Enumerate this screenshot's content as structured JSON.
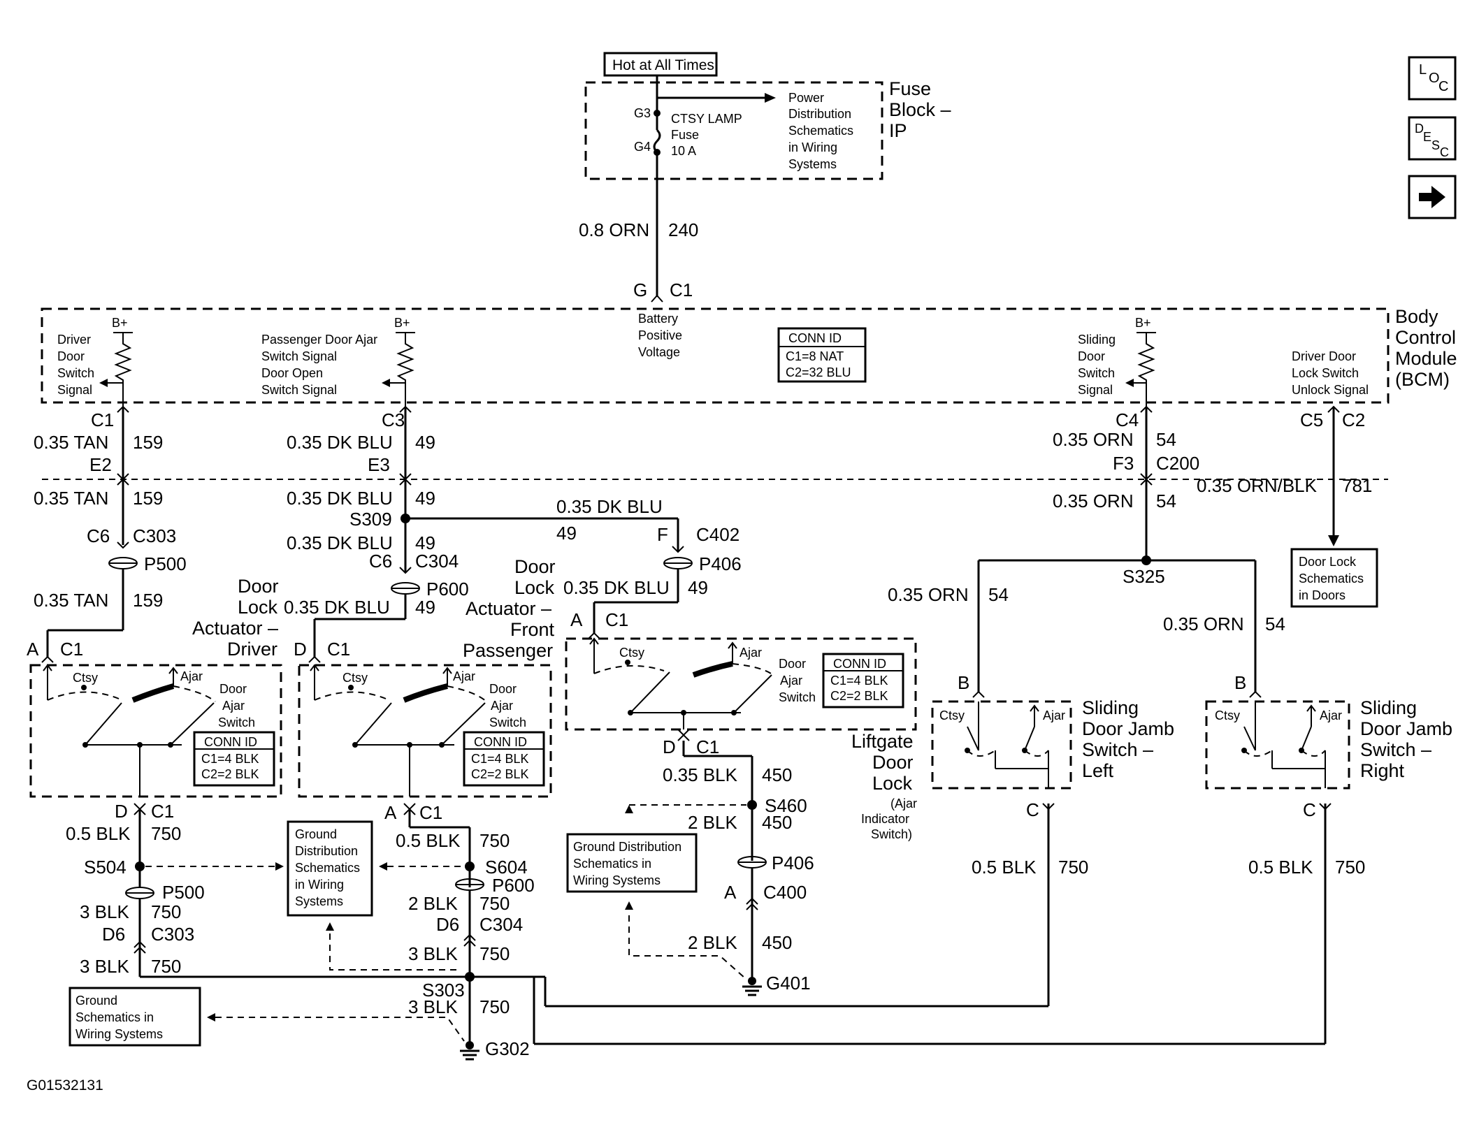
{
  "figure_id": "G01532131",
  "nav": {
    "loc_label": "LOC",
    "desc_label": "DESC",
    "next_label": "→"
  },
  "fuse_block": {
    "hot_label": "Hot at All Times",
    "title": "Fuse Block – IP",
    "g3": "G3",
    "g4": "G4",
    "fuse_name": "CTSY LAMP",
    "fuse_word": "Fuse",
    "fuse_rating": "10 A",
    "power_dist": [
      "Power",
      "Distribution",
      "Schematics",
      "in Wiring",
      "Systems"
    ]
  },
  "feed": {
    "gauge": "0.8 ORN",
    "circuit": "240",
    "pin": "G",
    "conn": "C1"
  },
  "bcm": {
    "title": [
      "Body",
      "Control",
      "Module",
      "(BCM)"
    ],
    "battery": [
      "Battery",
      "Positive",
      "Voltage"
    ],
    "conn_id_title": "CONN ID",
    "conn_id_lines": [
      "C1=8 NAT",
      "C2=32 BLU"
    ],
    "bplus": "B+",
    "driver_signal": [
      "Driver",
      "Door",
      "Switch",
      "Signal"
    ],
    "pass_signal": [
      "Passenger Door Ajar",
      "Switch Signal",
      "Door Open",
      "Switch Signal"
    ],
    "sliding_signal": [
      "Sliding",
      "Door",
      "Switch",
      "Signal"
    ],
    "lock_unlock": [
      "Driver Door",
      "Lock Switch",
      "Unlock Signal"
    ]
  },
  "wires": {
    "c1": "C1",
    "tan": "0.35 TAN",
    "n159": "159",
    "e2": "E2",
    "c3": "C3",
    "dkblu": "0.35 DK BLU",
    "n49": "49",
    "e3": "E3",
    "c4": "C4",
    "orn": "0.35 ORN",
    "n54": "54",
    "f3": "F3",
    "c200": "C200",
    "c5": "C5",
    "c2": "C2",
    "ornblk": "0.35 ORN/BLK",
    "n781": "781",
    "c6": "C6",
    "c303": "C303",
    "p500": "P500",
    "s309": "S309",
    "c304": "C304",
    "p600": "P600",
    "f": "F",
    "c402": "C402",
    "p406": "P406",
    "s325": "S325",
    "door_lock_schem": [
      "Door Lock",
      "Schematics",
      "in Doors"
    ]
  },
  "actuators": {
    "driver_title": [
      "Door",
      "Lock",
      "Actuator –",
      "Driver"
    ],
    "pass_title": [
      "Door",
      "Lock",
      "Actuator –",
      "Front",
      "Passenger"
    ],
    "liftgate_title": [
      "Liftgate",
      "Door",
      "Lock"
    ],
    "liftgate_sub": [
      "(Ajar",
      "Indicator",
      "Switch)"
    ],
    "ctsy": "Ctsy",
    "ajar": "Ajar",
    "door_ajar_switch": [
      "Door",
      "Ajar",
      "Switch"
    ],
    "conn_title": "CONN ID",
    "conn_lines": [
      "C1=4 BLK",
      "C2=2 BLK"
    ],
    "pin_a": "A",
    "pin_d": "D",
    "pin_c1": "C1"
  },
  "jamb": {
    "left_title": [
      "Sliding",
      "Door Jamb",
      "Switch –",
      "Left"
    ],
    "right_title": [
      "Sliding",
      "Door Jamb",
      "Switch –",
      "Right"
    ],
    "pin_b": "B",
    "pin_c": "C"
  },
  "ground": {
    "blk05": "0.5 BLK",
    "n750": "750",
    "blk3": "3 BLK",
    "blk2": "2 BLK",
    "blk035": "0.35 BLK",
    "n450": "450",
    "s504": "S504",
    "s604": "S604",
    "s303": "S303",
    "s460": "S460",
    "d6": "D6",
    "a": "A",
    "c400": "C400",
    "g302": "G302",
    "g401": "G401",
    "gnd_dist_a": [
      "Ground",
      "Distribution",
      "Schematics",
      "in Wiring",
      "Systems"
    ],
    "gnd_dist_b": [
      "Ground Distribution",
      "Schematics in",
      "Wiring Systems"
    ]
  }
}
